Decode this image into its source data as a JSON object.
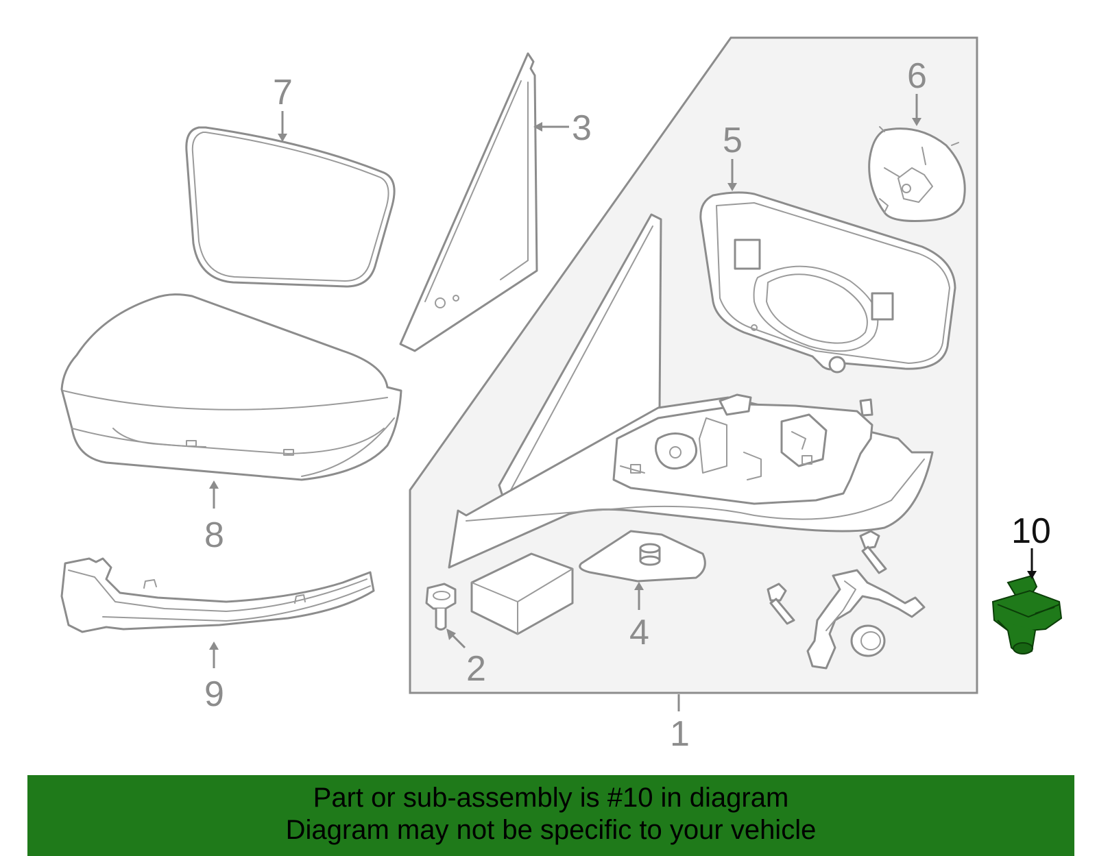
{
  "callouts": {
    "c1": "1",
    "c2": "2",
    "c3": "3",
    "c4": "4",
    "c5": "5",
    "c6": "6",
    "c7": "7",
    "c8": "8",
    "c9": "9",
    "c10": "10"
  },
  "highlighted_part": "10",
  "banner": {
    "line1": "Part or sub-assembly is #10 in diagram",
    "line2": "Diagram may not be specific to your vehicle"
  },
  "colors": {
    "line_gray": "#8c8c8c",
    "highlight_green": "#1f7a1a",
    "banner_green": "#1f7a1a"
  }
}
